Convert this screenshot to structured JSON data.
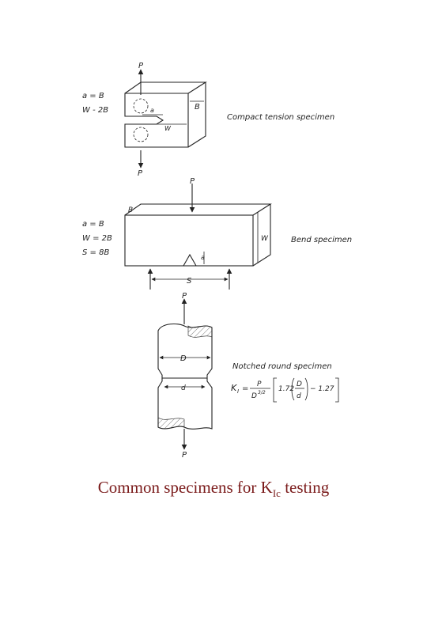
{
  "compact_tension": {
    "load_top": "P",
    "load_bottom": "P",
    "a_eq": "a = B",
    "w_eq": "W - 2B",
    "dim_a": "a",
    "dim_w": "W",
    "dim_b": "B",
    "label": "Compact tension specimen"
  },
  "bend": {
    "load": "P",
    "dim_b": "B",
    "dim_w": "W",
    "dim_a": "a",
    "dim_s": "S",
    "a_eq": "a = B",
    "w_eq": "W = 2B",
    "s_eq": "S = 8B",
    "label": "Bend specimen"
  },
  "round": {
    "load_top": "P",
    "load_bottom": "P",
    "dim_d": "D",
    "dim_small_d": "d",
    "label": "Notched round specimen",
    "formula_k": "K",
    "formula_k_sub": "I",
    "formula_eq": "=",
    "formula_num": "P",
    "formula_den": "D",
    "formula_den_exp": "3/2",
    "formula_coef": "1.72",
    "formula_frac_num": "D",
    "formula_frac_den": "d",
    "formula_tail": "− 1.27"
  },
  "caption": {
    "main": "Common specimens for K",
    "sub": "Ic",
    "tail": " testing"
  }
}
